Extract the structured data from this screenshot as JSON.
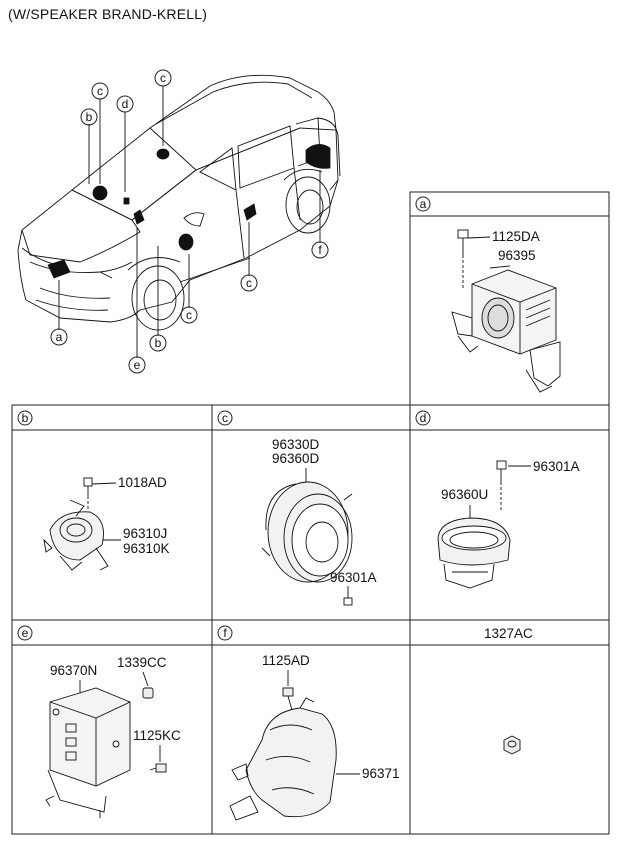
{
  "title": "(W/SPEAKER BRAND-KRELL)",
  "callouts": {
    "a": "a",
    "b": "b",
    "c": "c",
    "d": "d",
    "e": "e",
    "f": "f"
  },
  "panels": {
    "a": {
      "letter": "a",
      "parts": [
        "1125DA",
        "96395"
      ]
    },
    "b": {
      "letter": "b",
      "parts": [
        "1018AD",
        "96310J",
        "96310K"
      ]
    },
    "c": {
      "letter": "c",
      "parts": [
        "96330D",
        "96360D",
        "96301A"
      ]
    },
    "d": {
      "letter": "d",
      "parts": [
        "96301A",
        "96360U"
      ]
    },
    "e": {
      "letter": "e",
      "parts": [
        "96370N",
        "1339CC",
        "1125KC"
      ]
    },
    "f": {
      "letter": "f",
      "parts": [
        "1125AD",
        "96371"
      ]
    },
    "g": {
      "header": "1327AC"
    }
  },
  "icons": [
    "car-overview-icon",
    "amplifier-icon",
    "tweeter-icon",
    "speaker-icon",
    "mid-speaker-icon",
    "control-module-icon",
    "subwoofer-icon",
    "nut-icon",
    "bolt-icon"
  ]
}
